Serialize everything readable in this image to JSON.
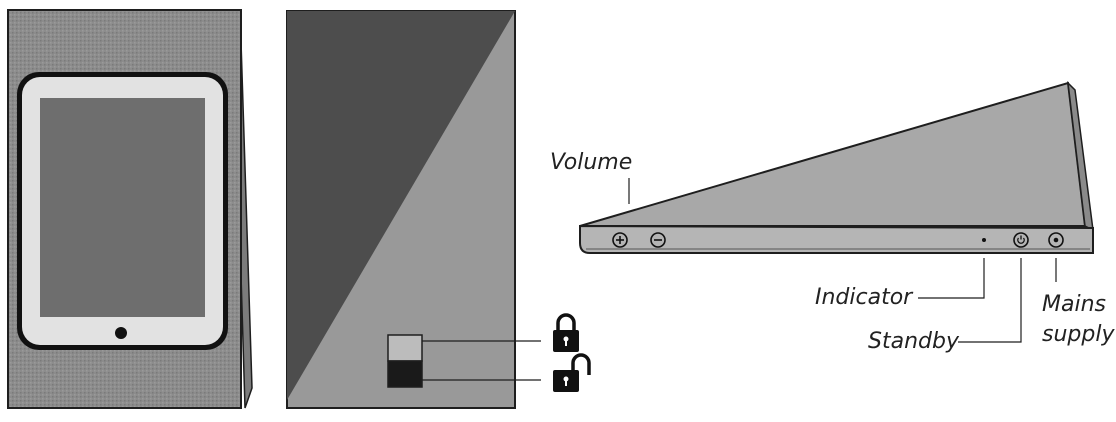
{
  "labels": {
    "volume": "Volume",
    "indicator": "Indicator",
    "standby": "Standby",
    "mains_line1": "Mains",
    "mains_line2": "supply"
  },
  "icons": {
    "locked": "lock-icon",
    "unlocked": "unlock-icon",
    "volume_up": "plus-icon",
    "volume_down": "minus-icon",
    "standby": "power-icon",
    "mains": "mains-socket-icon"
  },
  "colors": {
    "outline": "#1e1e1e",
    "speaker_grille": "#8c8c8c",
    "tablet_bezel": "#e2e2e2",
    "tablet_screen": "#6e6e6e",
    "rear_dark": "#4d4d4d",
    "rear_light": "#999999",
    "side_body": "#a8a8a8"
  }
}
